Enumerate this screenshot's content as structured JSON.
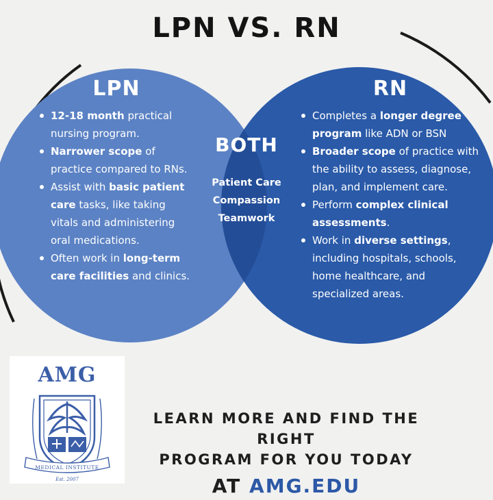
{
  "title": "LPN VS. RN",
  "colors": {
    "lpn_circle": "#5b82c4",
    "rn_circle": "#2a5aa8",
    "overlap": "#244f9a",
    "background": "#f1f1f0",
    "accent": "#2c58a6"
  },
  "lpn": {
    "heading": "LPN",
    "items": [
      {
        "bold": "12-18 month",
        "rest": " practical nursing program."
      },
      {
        "bold": "Narrower scope",
        "rest": " of practice compared to RNs."
      },
      {
        "pre": "Assist with ",
        "bold": "basic patient care",
        "rest": " tasks, like taking vitals and administering oral medications."
      },
      {
        "pre": "Often work in ",
        "bold": "long-term care facilities",
        "rest": " and clinics."
      }
    ]
  },
  "both": {
    "heading": "BOTH",
    "items": [
      "Patient Care",
      "Compassion",
      "Teamwork"
    ]
  },
  "rn": {
    "heading": "RN",
    "items": [
      {
        "pre": "Completes a ",
        "bold": "longer degree program",
        "rest": " like ADN or BSN"
      },
      {
        "bold": "Broader scope",
        "rest": " of practice with the ability to assess, diagnose, plan, and implement care."
      },
      {
        "pre": "Perform ",
        "bold": "complex clinical assessments",
        "rest": "."
      },
      {
        "pre": "Work in ",
        "bold": "diverse settings",
        "rest": ", including hospitals, schools, home healthcare, and specialized areas."
      }
    ]
  },
  "logo": {
    "name": "AMG",
    "banner": "MEDICAL INSTITUTE",
    "est": "Est. 2007"
  },
  "cta": {
    "line1": "LEARN MORE AND FIND THE RIGHT",
    "line2": "PROGRAM FOR YOU TODAY",
    "line3_prefix": "AT ",
    "url": "AMG.EDU"
  }
}
